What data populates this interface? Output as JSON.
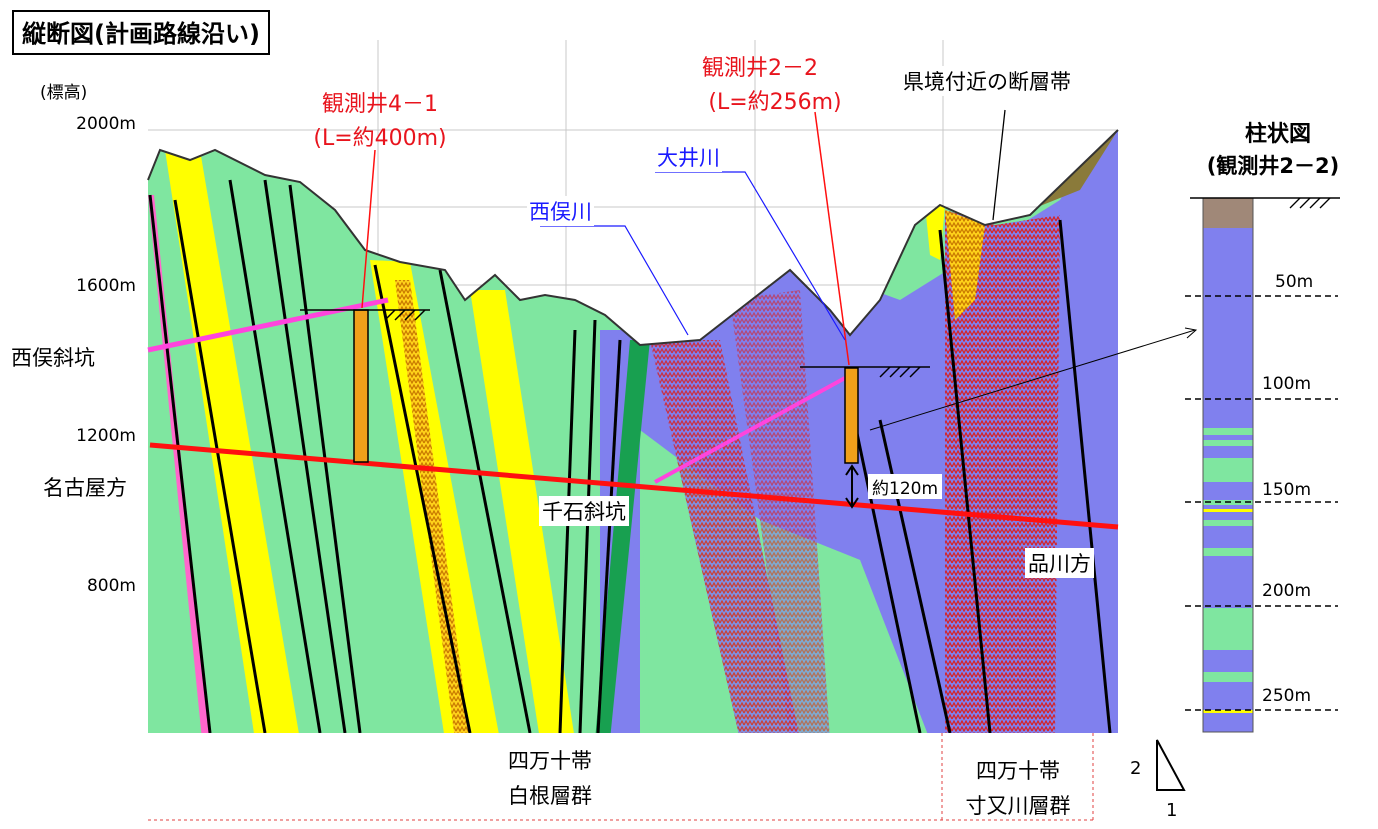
{
  "title": "縦断図(計画路線沿い)",
  "elevation_label": "(標高)",
  "elevations": [
    "2000m",
    "1600m",
    "1200m",
    "800m"
  ],
  "labels": {
    "nishimata_shaft": "西俣斜坑",
    "nagoya_dir": "名古屋方",
    "shinagawa_dir": "品川方",
    "sengoku_shaft": "千石斜坑",
    "nishimata_river": "西俣川",
    "oi_river": "大井川",
    "fault_zone": "県境付近の断層帯",
    "approx_120": "約120m"
  },
  "wells": {
    "w41_name": "観測井4－1",
    "w41_len": "(L=約400m)",
    "w22_name": "観測井2－2",
    "w22_len": "(L=約256m)"
  },
  "formations": {
    "shiramine_1": "四万十帯",
    "shiramine_2": "白根層群",
    "sunmata_1": "四万十帯",
    "sunmata_2": "寸又川層群"
  },
  "column": {
    "title_1": "柱状図",
    "title_2": "(観測井2－2)",
    "depths": [
      "50m",
      "100m",
      "150m",
      "200m",
      "250m"
    ]
  },
  "scale": {
    "v": "2",
    "h": "1"
  },
  "colors": {
    "green": "#7fe6a0",
    "yellow": "#ffff00",
    "purple": "#8080ee",
    "magenta": "#ff44dd",
    "red": "#ff1010",
    "orange": "#f0a01a"
  }
}
